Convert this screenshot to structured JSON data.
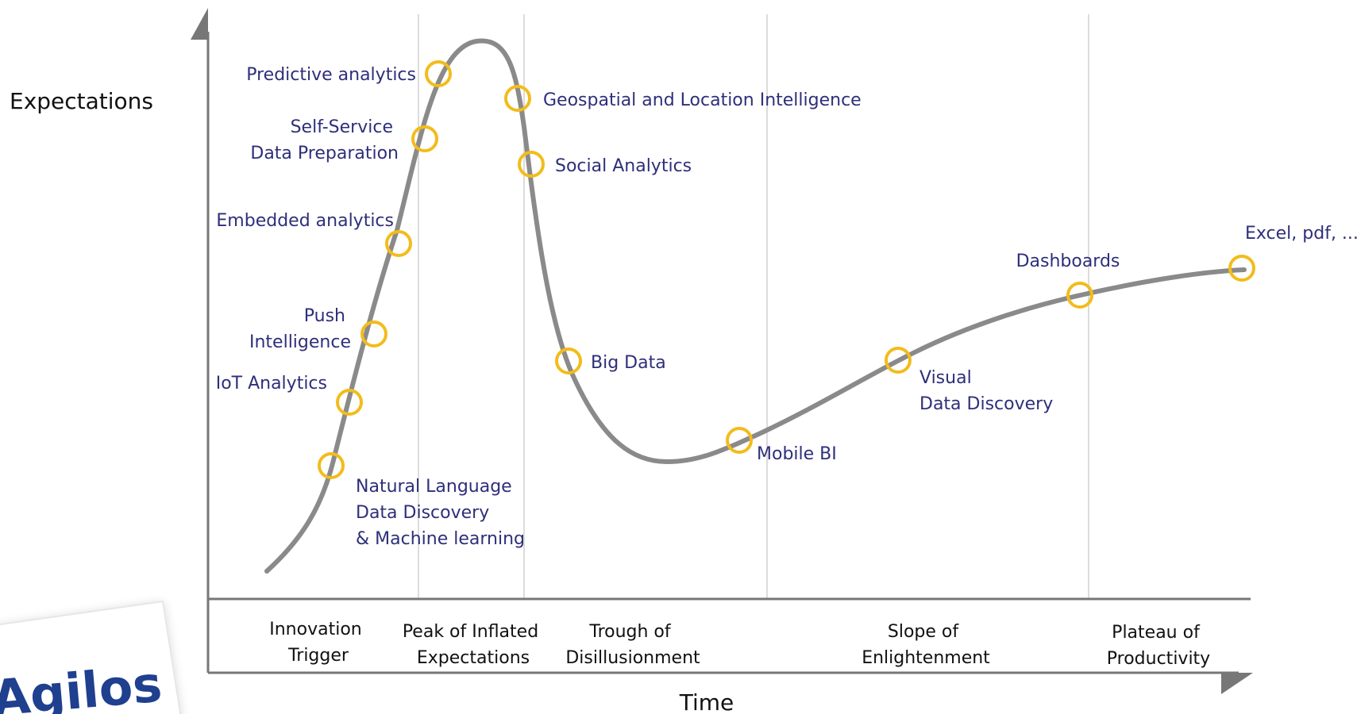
{
  "y_axis_label": "Expectations",
  "x_axis_label": "Time",
  "phases": [
    {
      "lines": [
        "Innovation",
        "Trigger"
      ]
    },
    {
      "lines": [
        "Peak of Inflated",
        "Expectations"
      ]
    },
    {
      "lines": [
        "Trough of",
        "Disillusionment"
      ]
    },
    {
      "lines": [
        "Slope of",
        "Enlightenment"
      ]
    },
    {
      "lines": [
        "Plateau of",
        "Productivity"
      ]
    }
  ],
  "technologies": [
    {
      "lines": [
        "Predictive analytics"
      ]
    },
    {
      "lines": [
        "Self-Service",
        "Data Preparation"
      ]
    },
    {
      "lines": [
        "Embedded analytics"
      ]
    },
    {
      "lines": [
        "Push",
        "Intelligence"
      ]
    },
    {
      "lines": [
        "IoT Analytics"
      ]
    },
    {
      "lines": [
        "Natural Language",
        "Data Discovery",
        "& Machine learning"
      ]
    },
    {
      "lines": [
        "Geospatial and Location Intelligence"
      ]
    },
    {
      "lines": [
        "Social Analytics"
      ]
    },
    {
      "lines": [
        "Big Data"
      ]
    },
    {
      "lines": [
        "Mobile BI"
      ]
    },
    {
      "lines": [
        "Visual",
        "Data Discovery"
      ]
    },
    {
      "lines": [
        "Dashboards"
      ]
    },
    {
      "lines": [
        "Excel, pdf, ..."
      ]
    }
  ],
  "logo_text": "Agilos",
  "colors": {
    "curve": "#8a8a8a",
    "marker": "#f2bc1b",
    "label": "#2e2f7a",
    "axis": "#777777",
    "divider": "#dcdcdc"
  }
}
